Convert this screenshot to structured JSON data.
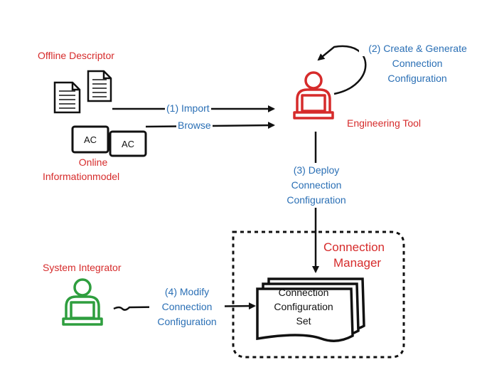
{
  "colors": {
    "red_label": "#d62b2b",
    "blue_label": "#2a6fb5",
    "engineer_icon": "#d62b2b",
    "integrator_icon": "#2e9e3e",
    "ink": "#111111"
  },
  "actors": {
    "offline_descriptor": "Offline Descriptor",
    "online_info_line1": "Online",
    "online_info_line2": "Informationmodel",
    "engineering_tool": "Engineering Tool",
    "system_integrator": "System Integrator"
  },
  "steps": {
    "import": "(1) Import",
    "browse": "Browse",
    "create_l1": "(2) Create & Generate",
    "create_l2": "Connection",
    "create_l3": "Configuration",
    "deploy_l1": "(3) Deploy",
    "deploy_l2": "Connection",
    "deploy_l3": "Configuration",
    "modify_l1": "(4) Modify",
    "modify_l2": "Connection",
    "modify_l3": "Configuration"
  },
  "manager": {
    "title_l1": "Connection",
    "title_l2": "Manager"
  },
  "config_set": {
    "line1": "Connection",
    "line2": "Configuration",
    "line3": "Set"
  },
  "ac_boxes": {
    "label": "AC"
  },
  "icons": [
    "document-icon",
    "engineer-user-icon",
    "integrator-user-icon",
    "ac-box-icon"
  ]
}
